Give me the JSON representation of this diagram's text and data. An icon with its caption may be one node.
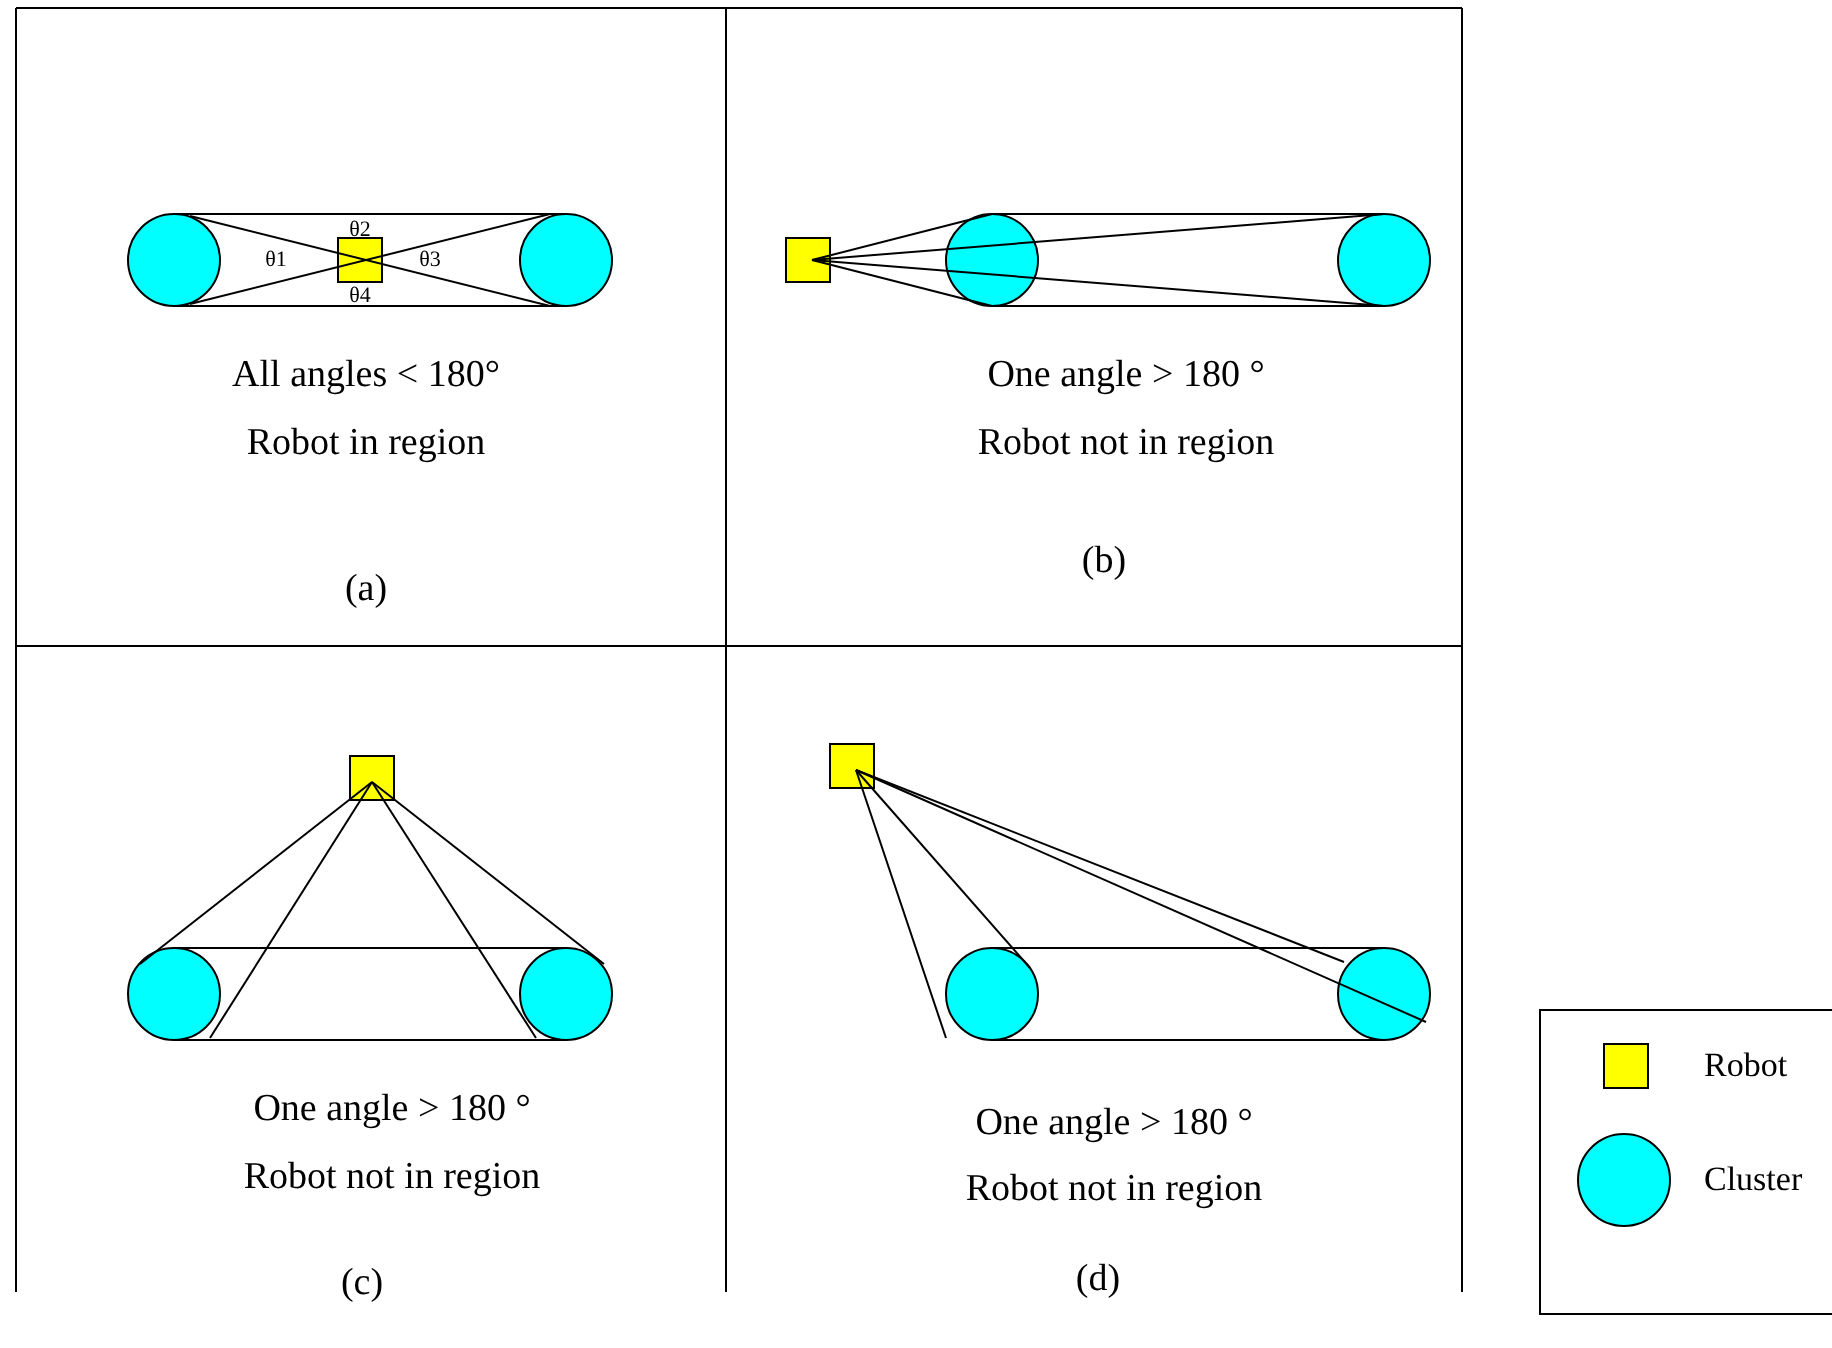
{
  "diagram": {
    "labels": [
      "θ2",
      "θ1",
      "θ3",
      "θ4",
      "All angles < 180°",
      "Robot in region",
      "(a)",
      "One angle > 180 °",
      "Robot not in region",
      "(b)",
      "One angle > 180 °",
      "Robot not in region",
      "(c)",
      "One angle > 180 °",
      "Robot not in region",
      "(d)"
    ],
    "legend": [
      {
        "text": "Robot",
        "color": "#ffff00"
      },
      {
        "text": "Cluster",
        "color": "#00ffff"
      }
    ]
  }
}
